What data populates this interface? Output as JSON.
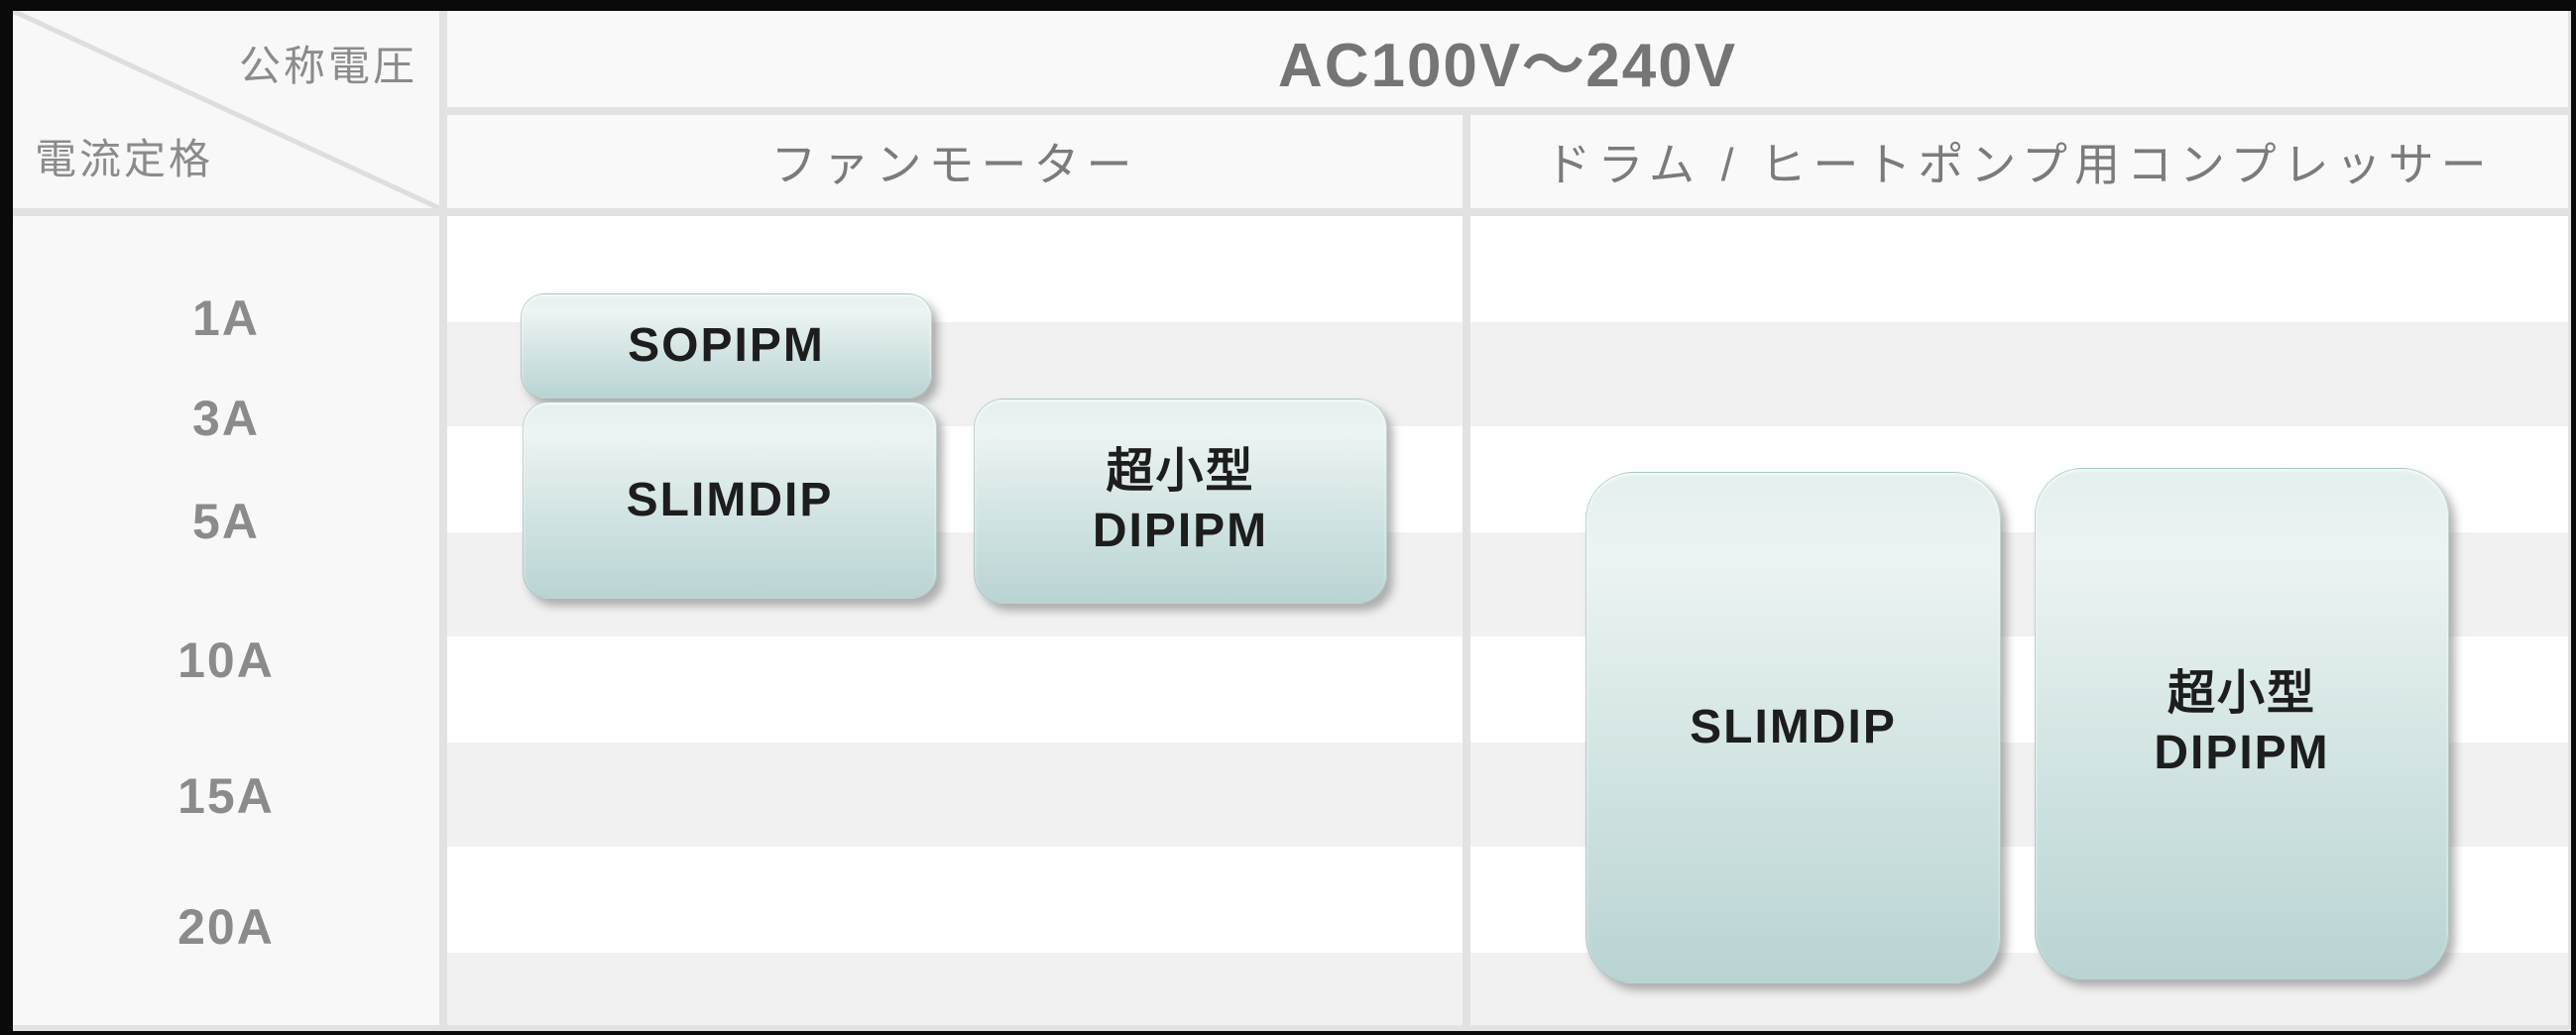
{
  "diagram": {
    "corner": {
      "voltage_axis_label": "公称電圧",
      "current_axis_label": "電流定格"
    },
    "voltage_header": "AC100V～240V",
    "application_headers": [
      {
        "label": "ファンモーター"
      },
      {
        "label": "ドラム / ヒートポンプ用コンプレッサー"
      }
    ],
    "current_ratings": [
      "1A",
      "3A",
      "5A",
      "10A",
      "15A",
      "20A"
    ],
    "products": [
      {
        "lines": [
          "SOPIPM"
        ],
        "application": "ファンモーター",
        "current_range": "1A-3A"
      },
      {
        "lines": [
          "SLIMDIP"
        ],
        "application": "ファンモーター",
        "current_range": "3A-5A"
      },
      {
        "lines": [
          "超小型",
          "DIPIPM"
        ],
        "application": "ファンモーター",
        "current_range": "3A-5A"
      },
      {
        "lines": [
          "SLIMDIP"
        ],
        "application": "ドラム / ヒートポンプ用コンプレッサー",
        "current_range": "5A-20A"
      },
      {
        "lines": [
          "超小型",
          "DIPIPM"
        ],
        "application": "ドラム / ヒートポンプ用コンプレッサー",
        "current_range": "5A-20A"
      }
    ],
    "colors": {
      "product_box_top": "#e3efee",
      "product_box_bottom": "#b9d4d3",
      "header_text": "#757575",
      "axis_label_text": "#8b8b8b",
      "stripe_gray": "#f1f1f1",
      "grid_line": "#e2e2e2"
    }
  }
}
